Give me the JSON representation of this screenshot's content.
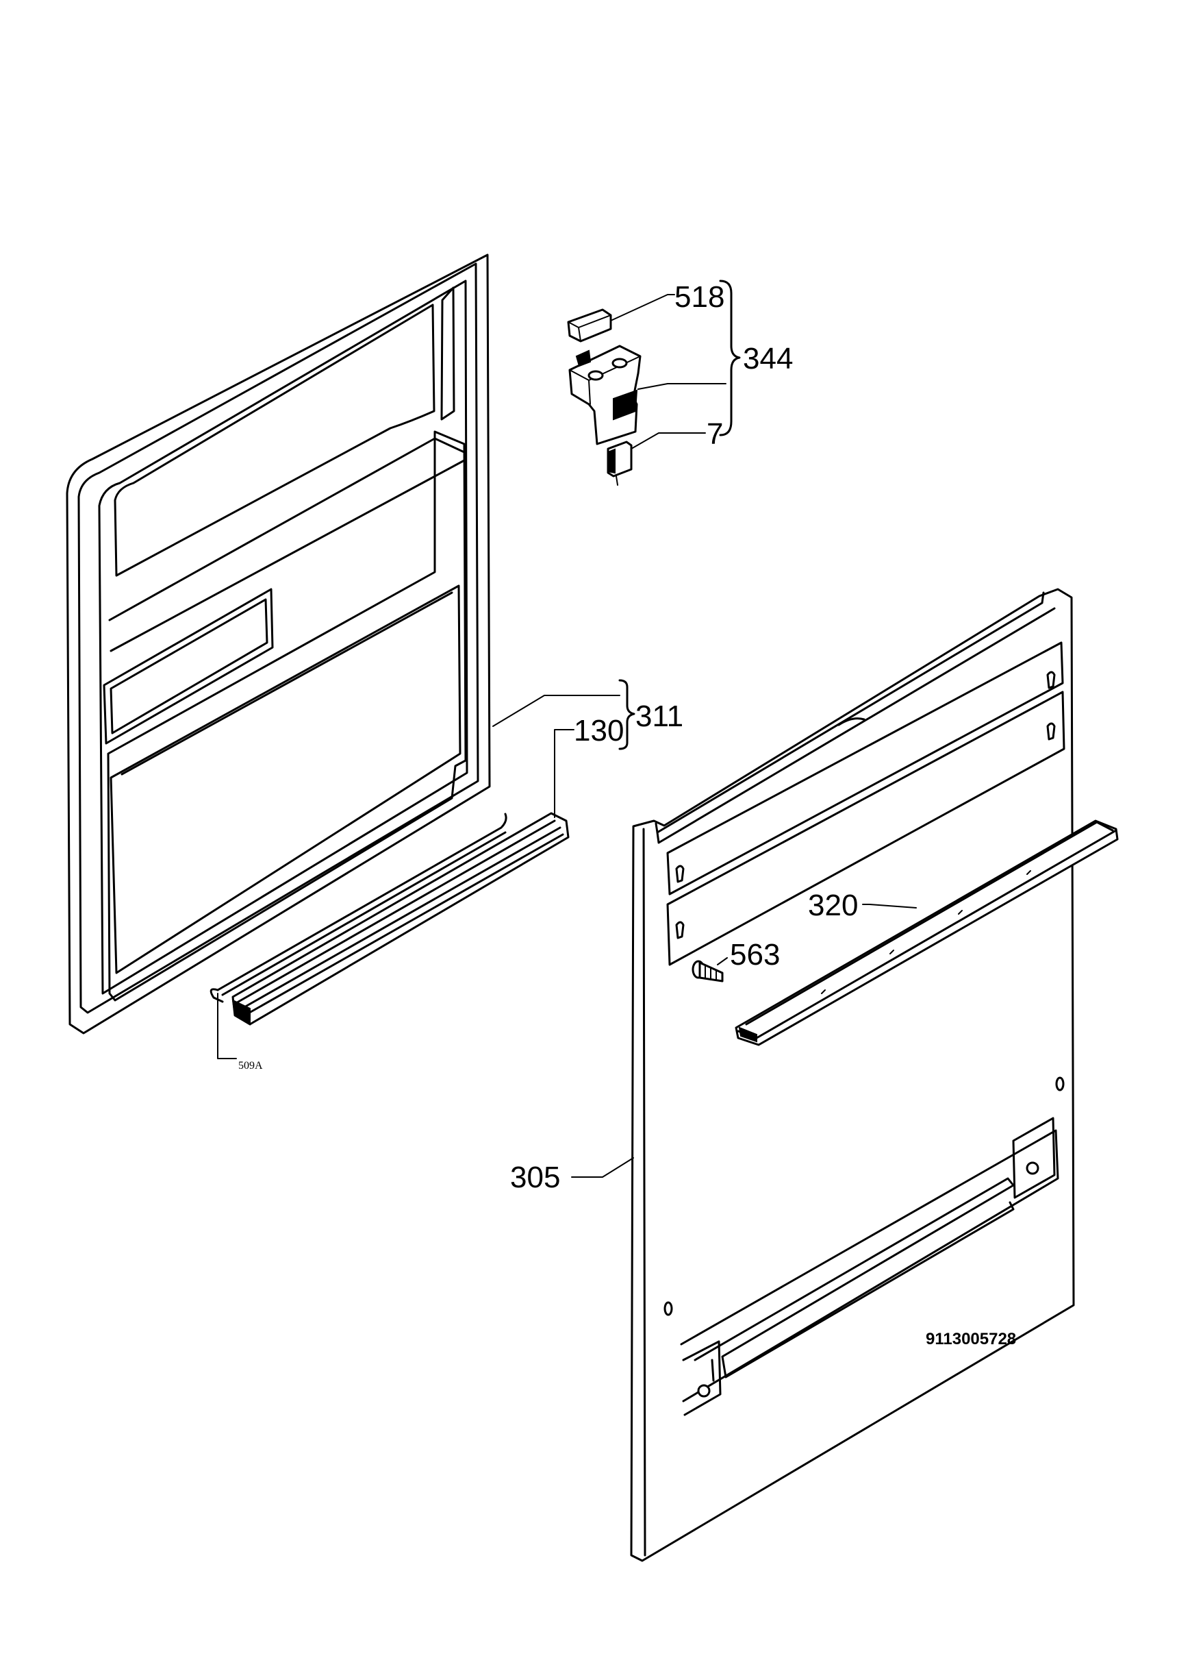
{
  "diagram": {
    "drawing_number": "9113005728",
    "parts": [
      {
        "id": "518",
        "label": "518"
      },
      {
        "id": "344",
        "label": "344"
      },
      {
        "id": "7",
        "label": "7"
      },
      {
        "id": "311",
        "label": "311"
      },
      {
        "id": "130",
        "label": "130"
      },
      {
        "id": "509A",
        "label": "509",
        "suffix": "A"
      },
      {
        "id": "320",
        "label": "320"
      },
      {
        "id": "563",
        "label": "563"
      },
      {
        "id": "305",
        "label": "305"
      }
    ]
  }
}
